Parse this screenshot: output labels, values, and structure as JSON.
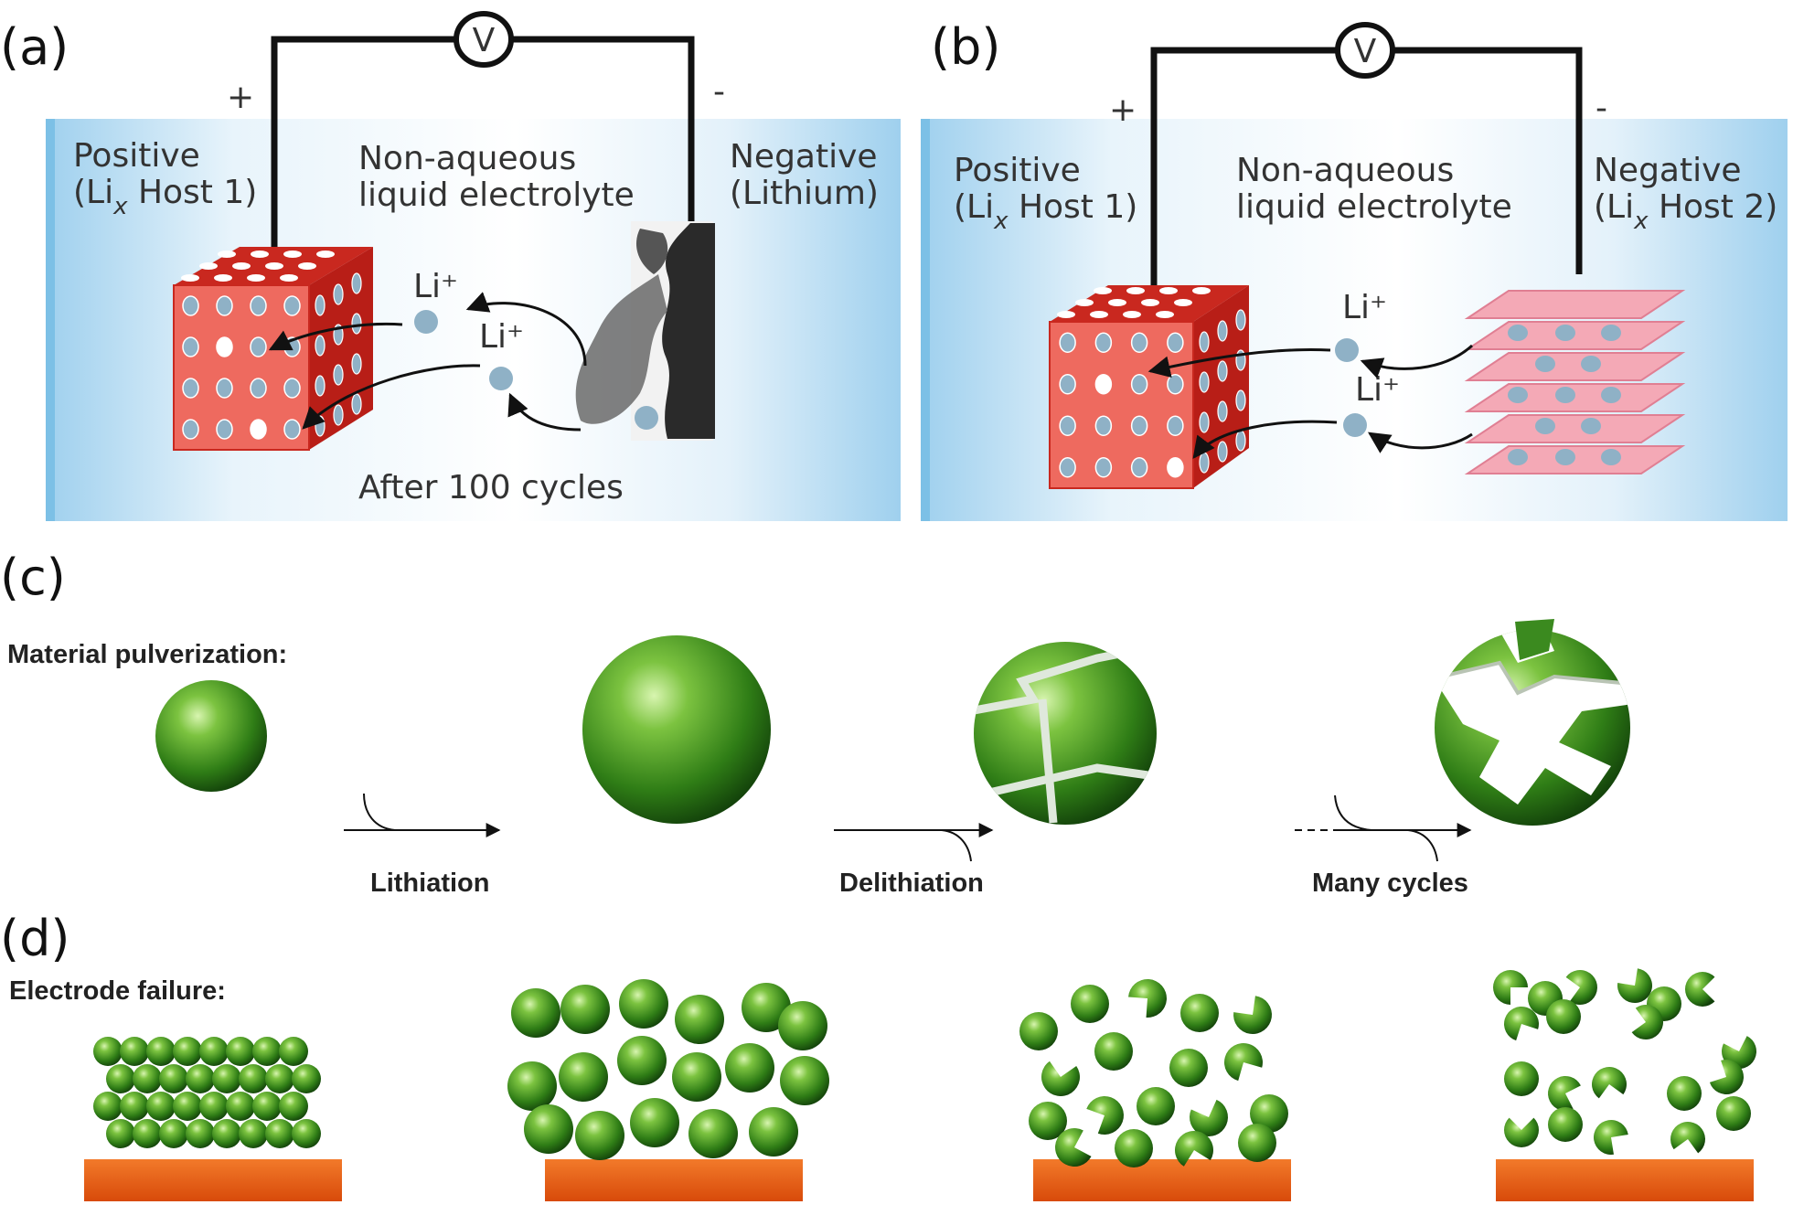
{
  "panel_a": {
    "letter": "(a)",
    "plus": "+",
    "minus": "-",
    "voltmeter": "V",
    "positive_line1": "Positive",
    "positive_line2_pre": "(Li",
    "positive_sub": "x",
    "positive_line2_post": " Host 1)",
    "electrolyte_line1": "Non-aqueous",
    "electrolyte_line2": "liquid electrolyte",
    "negative_line1": "Negative",
    "negative_line2": "(Lithium)",
    "ion1": "Li⁺",
    "ion2": "Li⁺",
    "caption": "After 100 cycles"
  },
  "panel_b": {
    "letter": "(b)",
    "plus": "+",
    "minus": "-",
    "voltmeter": "V",
    "positive_line1": "Positive",
    "positive_line2_pre": "(Li",
    "positive_sub": "x",
    "positive_line2_post": " Host 1)",
    "electrolyte_line1": "Non-aqueous",
    "electrolyte_line2": "liquid electrolyte",
    "negative_line1": "Negative",
    "negative_line2_pre": "(Li",
    "negative_sub": "x",
    "negative_line2_post": " Host 2)",
    "ion1": "Li⁺",
    "ion2": "Li⁺"
  },
  "panel_c": {
    "letter": "(c)",
    "title": "Material pulverization:",
    "step1": "Lithiation",
    "step2": "Delithiation",
    "step3": "Many cycles"
  },
  "panel_d": {
    "letter": "(d)",
    "title": "Electrode failure:"
  },
  "colors": {
    "electrolyte_blue": "#aed8f0",
    "cube_red": "#e8524a",
    "cube_dark": "#c9281f",
    "pore_blue": "#8fb1c6",
    "sheet_pink": "#f4a9b6",
    "sphere_green": "#3c8f1e",
    "collector_orange": "#e85a10"
  }
}
